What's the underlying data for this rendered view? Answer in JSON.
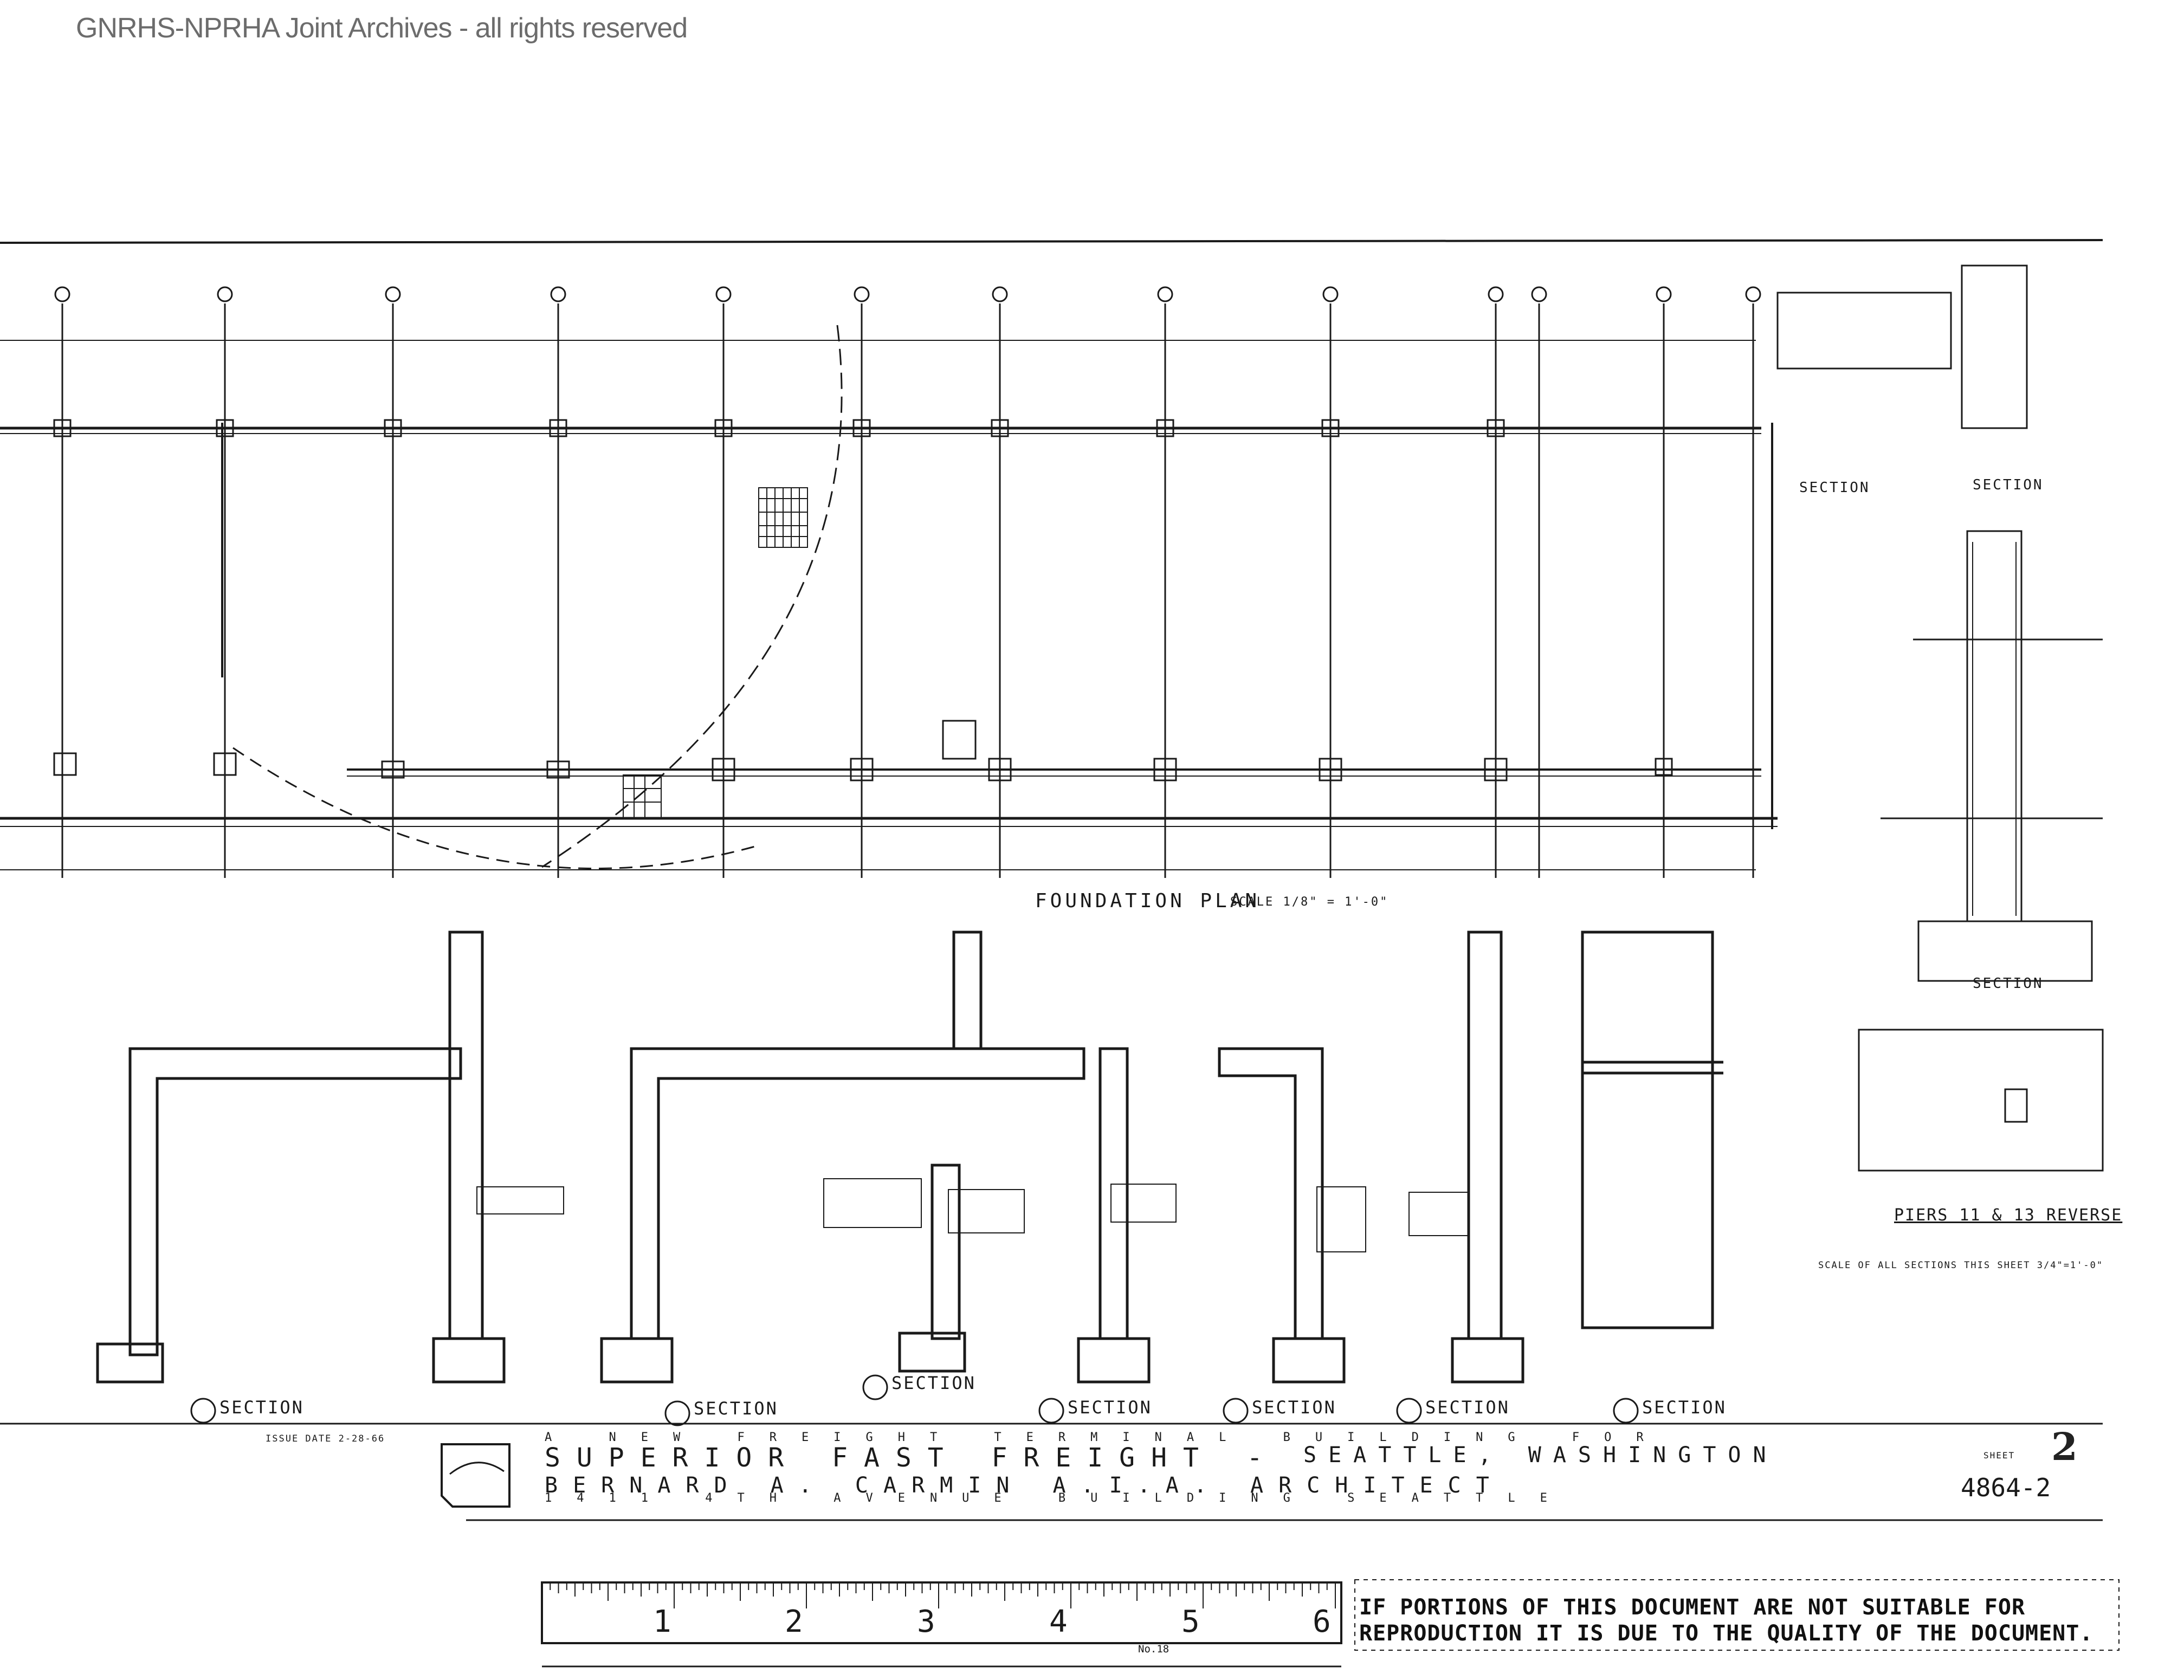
{
  "watermark": "GNRHS-NPRHA Joint Archives - all rights reserved",
  "plan": {
    "title": "FOUNDATION  PLAN",
    "scale": "SCALE 1/8\" = 1'-0\""
  },
  "sections": {
    "label": "SECTION",
    "piers_label": "PIERS 11 & 13 REVERSE",
    "scale_note": "SCALE OF ALL SECTIONS THIS SHEET 3/4\"=1'-0\""
  },
  "title_block": {
    "issue_date": "ISSUE  DATE 2-28-66",
    "line1": "A  NEW  FREIGHT  TERMINAL  BUILDING   FOR",
    "line2_client": "SUPERIOR  FAST  FREIGHT  -",
    "line2_city": "SEATTLE, WASHINGTON",
    "line3": "BERNARD  A. CARMIN  A.I.A.   ARCHITECT",
    "line4": "1411  4TH  AVENUE  BUILDING   SEATTLE",
    "sheet_label": "SHEET",
    "sheet_number": "2",
    "drawing_number": "4864-2"
  },
  "ruler": {
    "numbers": [
      "1",
      "2",
      "3",
      "4",
      "5",
      "6"
    ],
    "brand": "No.18"
  },
  "disclaimer": "IF PORTIONS OF THIS DOCUMENT ARE NOT SUITABLE FOR REPRODUCTION IT IS DUE TO THE QUALITY OF THE DOCUMENT.",
  "colors": {
    "ink": "#1a1a1a",
    "watermark": "#6c6c6c",
    "paper": "#ffffff"
  }
}
